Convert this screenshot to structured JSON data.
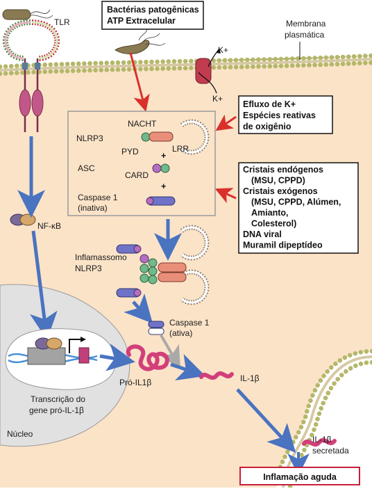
{
  "labels": {
    "tlr": "TLR",
    "membrane_line1": "Membrana",
    "membrane_line2": "plasmática",
    "k_plus_out": "K+",
    "k_plus_in": "K+",
    "pathogens_line1": "Bactérias patogênicas",
    "pathogens_line2": "ATP Extracelular",
    "efflux_line1": "Efluxo de K+",
    "efflux_line2": "Espécies reativas",
    "efflux_line3": "de oxigênio",
    "crystals": [
      "Cristais endógenos",
      "(MSU, CPPD)",
      "Cristais exógenos",
      "(MSU, CPPD, Alúmen,",
      "Amianto,",
      "Colesterol)",
      "DNA viral",
      "Muramil dipeptídeo"
    ],
    "nacht": "NACHT",
    "nlrp3": "NLRP3",
    "pyd": "PYD",
    "lrr": "LRR",
    "plus": "+",
    "asc": "ASC",
    "card": "CARD",
    "caspase_line1": "Caspase 1",
    "caspase_line2": "(inativa)",
    "nfkb": "NF-κB",
    "inflammasome_line1": "Inflamassomo",
    "inflammasome_line2": "NLRP3",
    "caspase_active_line1": "Caspase 1",
    "caspase_active_line2": "(ativa)",
    "transcription_line1": "Transcrição do",
    "transcription_line2": "gene pró-IL-1β",
    "pro_il1b": "Pró-IL1β",
    "il1b": "IL-1β",
    "il1b_secreted_line1": "IL-1β",
    "il1b_secreted_line2": "secretada",
    "nucleus": "Núcleo",
    "inflammation": "Inflamação aguda"
  },
  "colors": {
    "cytoplasm": "#fbe3c8",
    "membrane_head": "#b5b76a",
    "nucleus": "#e1e1e1",
    "blue_arrow": "#4a73c0",
    "red_arrow": "#d9302b",
    "gray_arrow": "#a9a9a9",
    "il1b": "#d23f7a",
    "caspase": "#6f73c8",
    "nacht": "#e98f79",
    "pyd": "#6fb98a",
    "card": "#b36fc1",
    "inflammation_border": "#c81e3a"
  }
}
